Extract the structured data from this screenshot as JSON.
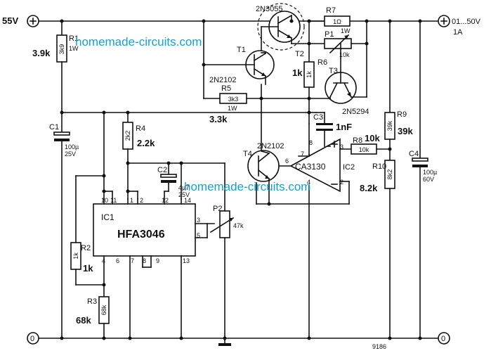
{
  "supply": {
    "in_voltage": "55V",
    "out_range": "01...50V",
    "out_current": "1A",
    "ground": "0"
  },
  "watermark": {
    "top": "homemade-circuits.com",
    "bottom": "homemade-circuits.com"
  },
  "drawing_number": "9186",
  "components": {
    "R1": {
      "ref": "R1",
      "value": "3k9",
      "rating": "1W",
      "note": "3.9k"
    },
    "C1": {
      "ref": "C1",
      "value": "100µ",
      "rating": "25V"
    },
    "R2": {
      "ref": "R2",
      "value": "1k",
      "note": "1k"
    },
    "R3": {
      "ref": "R3",
      "value": "68k",
      "note": "68k"
    },
    "R4": {
      "ref": "R4",
      "value": "2k2",
      "note": "2.2k"
    },
    "C2": {
      "ref": "C2",
      "value": "4µ7",
      "rating": "25V"
    },
    "P2": {
      "ref": "P2",
      "value": "47k"
    },
    "IC1": {
      "ref": "IC1",
      "name": "HFA3046"
    },
    "T1": {
      "ref": "T1",
      "type": "2N2102"
    },
    "T2": {
      "ref": "T2",
      "type": "2N3055"
    },
    "T3": {
      "ref": "T3",
      "type": "2N5294"
    },
    "T4": {
      "ref": "T4",
      "type": "2N2102"
    },
    "R5": {
      "ref": "R5",
      "value": "3k3",
      "rating": "1W",
      "note": "3.3k"
    },
    "R6": {
      "ref": "R6",
      "value": "1k",
      "note": "1k"
    },
    "R7": {
      "ref": "R7",
      "value": "1Ω",
      "rating": "1W"
    },
    "P1": {
      "ref": "P1",
      "value": "10k"
    },
    "C3": {
      "ref": "C3",
      "note": "1nF"
    },
    "R8": {
      "ref": "R8",
      "value": "10k",
      "note": "10k"
    },
    "IC2": {
      "ref": "IC2",
      "name": "CA3130"
    },
    "R9": {
      "ref": "R9",
      "value": "39k",
      "note": "39k"
    },
    "R10": {
      "ref": "R10",
      "value": "8k2",
      "note": "8.2k"
    },
    "C4": {
      "ref": "C4",
      "value": "100µ",
      "rating": "60V"
    }
  },
  "pins": {
    "ic1": [
      "10",
      "11",
      "1",
      "2",
      "12",
      "14",
      "3",
      "5",
      "4",
      "6",
      "7",
      "8",
      "9",
      "13"
    ],
    "ic2": [
      "8",
      "7",
      "6",
      "4",
      "3",
      "2"
    ]
  }
}
